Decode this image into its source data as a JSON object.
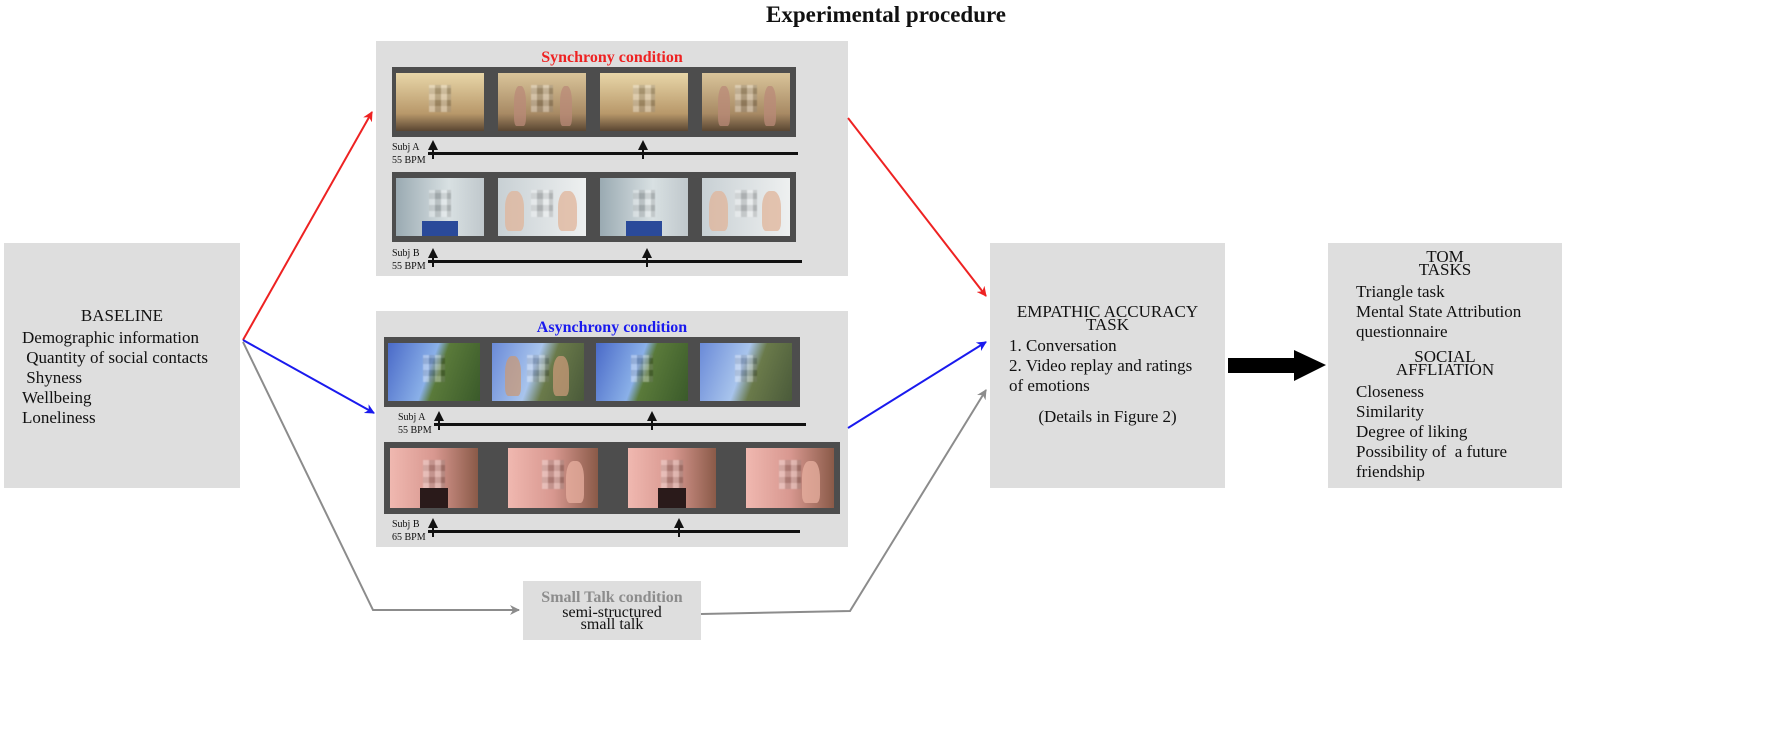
{
  "title": "Experimental procedure",
  "baseline": {
    "heading": "BASELINE",
    "items": [
      "Demographic information",
      " Quantity of social contacts",
      " Shyness",
      "Wellbeing",
      "Loneliness"
    ]
  },
  "synchrony": {
    "label": "Synchrony condition",
    "color": "#ee2222",
    "subj_a": {
      "name": "Subj A",
      "bpm": "55 BPM"
    },
    "subj_b": {
      "name": "Subj B",
      "bpm": "55 BPM"
    }
  },
  "asynchrony": {
    "label": "Asynchrony condition",
    "color": "#1a1aee",
    "subj_a": {
      "name": "Subj A",
      "bpm": "55 BPM"
    },
    "subj_b": {
      "name": "Subj B",
      "bpm": "65 BPM"
    }
  },
  "small_talk": {
    "label": "Small Talk condition",
    "line1": "semi-structured",
    "line2": "small talk",
    "color": "#8c8c8c"
  },
  "empathic": {
    "heading1": "EMPATHIC ACCURACY",
    "heading2": "TASK",
    "item1": "1. Conversation",
    "item2a": "2. Video replay and ratings",
    "item2b": "of emotions",
    "note": "(Details in Figure 2)"
  },
  "outcomes": {
    "tom1": "TOM",
    "tom2": "TASKS",
    "tom_items": [
      "Triangle task",
      "Mental State Attribution",
      "questionnaire"
    ],
    "social1": "SOCIAL",
    "social2": "AFFLIATION",
    "social_items": [
      "Closeness",
      "Similarity",
      "Degree of liking",
      "Possibility of  a future",
      "friendship"
    ]
  }
}
